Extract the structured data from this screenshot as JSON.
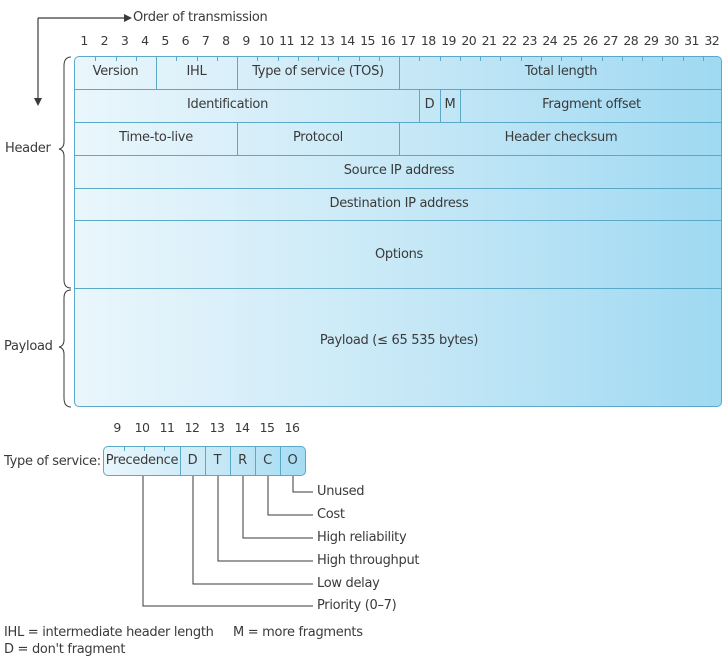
{
  "order_label": "Order of transmission",
  "bit_numbers": [
    "1",
    "2",
    "3",
    "4",
    "5",
    "6",
    "7",
    "8",
    "9",
    "10",
    "11",
    "12",
    "13",
    "14",
    "15",
    "16",
    "17",
    "18",
    "19",
    "20",
    "21",
    "22",
    "23",
    "24",
    "25",
    "26",
    "27",
    "28",
    "29",
    "30",
    "31",
    "32"
  ],
  "side_labels": {
    "header": "Header",
    "payload": "Payload"
  },
  "fields": {
    "version": "Version",
    "ihl": "IHL",
    "tos": "Type of service (TOS)",
    "total_length": "Total length",
    "identification": "Identification",
    "d": "D",
    "m": "M",
    "fragment_offset": "Fragment offset",
    "ttl": "Time-to-live",
    "protocol": "Protocol",
    "header_checksum": "Header checksum",
    "source_ip": "Source IP address",
    "dest_ip": "Destination IP address",
    "options": "Options",
    "payload": "Payload (≤ 65 535 bytes)"
  },
  "tos": {
    "label": "Type of service:",
    "bit_numbers": [
      "9",
      "10",
      "11",
      "12",
      "13",
      "14",
      "15",
      "16"
    ],
    "cells": [
      "Precedence",
      "D",
      "T",
      "R",
      "C",
      "O"
    ],
    "meanings": [
      "Unused",
      "Cost",
      "High reliability",
      "High throughput",
      "Low delay",
      "Priority (0–7)"
    ]
  },
  "legend": {
    "ihl": "IHL = intermediate header length",
    "m": "M = more fragments",
    "d": "D = don't fragment"
  },
  "colors": {
    "line": "#5aa9c9",
    "fill_light": "#eaf6fc",
    "fill_dark": "#9fd9f2",
    "text": "#3a3a3a"
  }
}
